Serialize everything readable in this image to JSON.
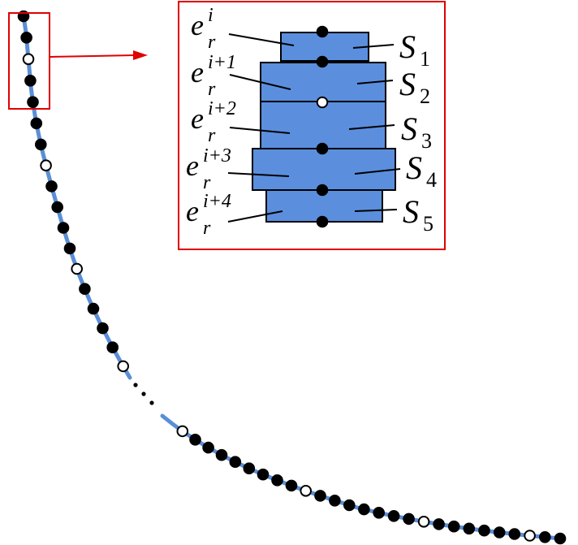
{
  "colors": {
    "curve": "#5a8fd6",
    "segment_fill": "#5b8fde",
    "highlight": "#e00000",
    "node_filled": "#000000",
    "node_open": "#ffffff"
  },
  "inset": {
    "edge_labels": [
      {
        "base": "e",
        "sub": "r",
        "sup": "i"
      },
      {
        "base": "e",
        "sub": "r",
        "sup": "i+1"
      },
      {
        "base": "e",
        "sub": "r",
        "sup": "i+2"
      },
      {
        "base": "e",
        "sub": "r",
        "sup": "i+3"
      },
      {
        "base": "e",
        "sub": "r",
        "sup": "i+4"
      }
    ],
    "segment_labels": [
      {
        "base": "S",
        "sub": "1"
      },
      {
        "base": "S",
        "sub": "2"
      },
      {
        "base": "S",
        "sub": "3"
      },
      {
        "base": "S",
        "sub": "4"
      },
      {
        "base": "S",
        "sub": "5"
      }
    ],
    "node_types": [
      "filled",
      "filled",
      "open",
      "filled",
      "filled",
      "filled"
    ]
  },
  "curve": {
    "node_types_top": [
      "filled",
      "filled",
      "open",
      "filled",
      "filled",
      "filled",
      "filled",
      "open",
      "filled",
      "filled",
      "filled",
      "filled",
      "open",
      "filled",
      "filled",
      "filled",
      "filled",
      "open"
    ],
    "node_types_bottom": [
      "open",
      "filled",
      "filled",
      "filled",
      "filled",
      "filled",
      "filled",
      "filled",
      "filled",
      "open",
      "filled",
      "filled",
      "filled",
      "filled",
      "filled",
      "filled",
      "filled",
      "open",
      "filled",
      "filled",
      "filled",
      "filled",
      "filled",
      "filled",
      "open",
      "filled",
      "filled"
    ]
  }
}
